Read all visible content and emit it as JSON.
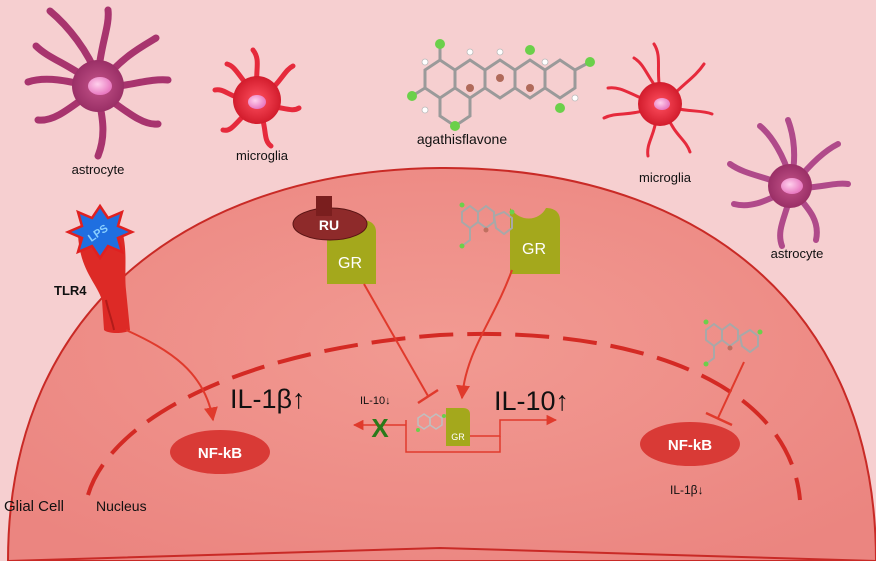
{
  "cells_top": {
    "astrocyte_left": "astrocyte",
    "microglia_left": "microglia",
    "compound": "agathisflavone",
    "microglia_right": "microglia",
    "astrocyte_right": "astrocyte"
  },
  "membrane": {
    "receptor": "TLR4",
    "ligand": "LPS"
  },
  "receptors": {
    "ru": "RU",
    "gr_left": "GR",
    "gr_right": "GR",
    "gr_small": "GR"
  },
  "nucleus": {
    "il1b_up": "IL-1β↑",
    "nfkb_left": "NF-kB",
    "il10_down": "IL-10↓",
    "il10_up": "IL-10↑",
    "nfkb_right": "NF-kB",
    "il1b_down": "IL-1β↓",
    "block_mark": "X"
  },
  "labels": {
    "glial_cell": "Glial Cell",
    "nucleus": "Nucleus"
  },
  "colors": {
    "background": "#f6cfd0",
    "cell": "#ee8f88",
    "nucleus_line": "#d42a24",
    "arrow": "#e03a2c",
    "receptor": "#a4a81c",
    "nfkb": "#d93a36",
    "astrocyte": "#a8346e",
    "microglia": "#e62a3c"
  }
}
